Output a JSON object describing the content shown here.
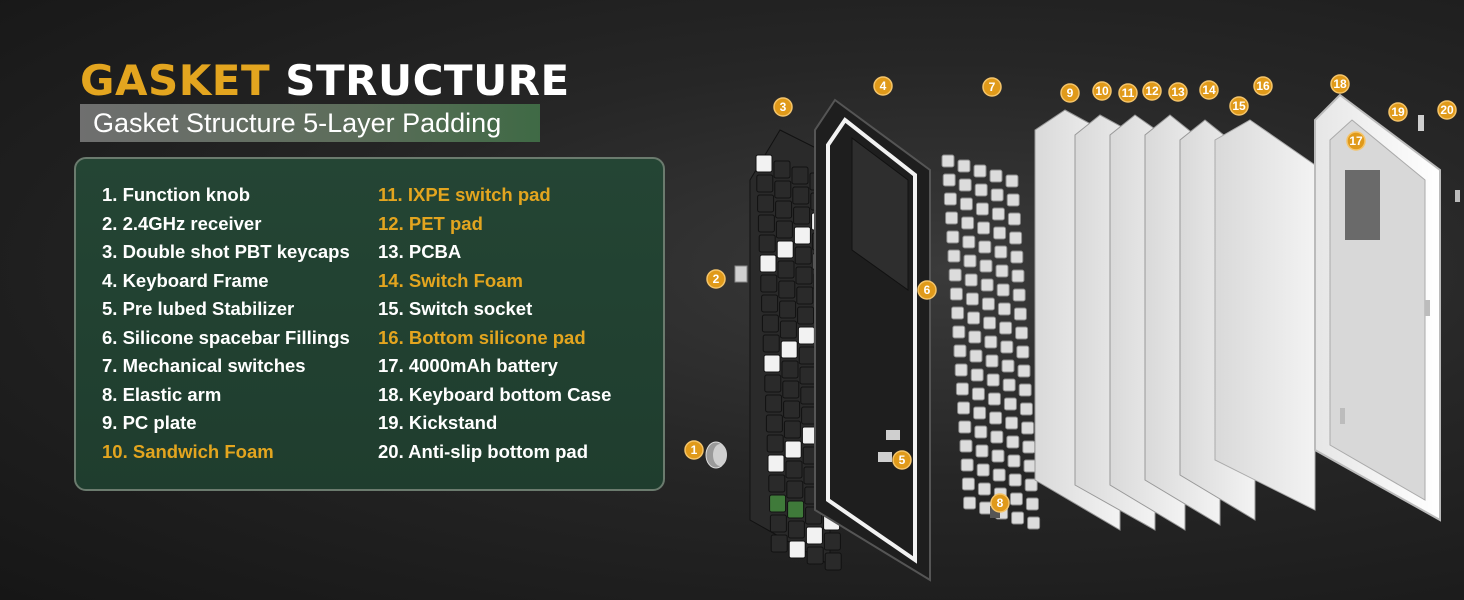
{
  "header": {
    "title_accent": "GASKET",
    "title_rest": "STRUCTURE",
    "subtitle": "Gasket Structure 5-Layer Padding"
  },
  "parts_left": [
    {
      "label": "1. Function knob",
      "highlight": false
    },
    {
      "label": "2. 2.4GHz receiver",
      "highlight": false
    },
    {
      "label": "3. Double shot PBT keycaps",
      "highlight": false
    },
    {
      "label": "4. Keyboard Frame",
      "highlight": false
    },
    {
      "label": "5. Pre lubed Stabilizer",
      "highlight": false
    },
    {
      "label": "6. Silicone spacebar Fillings",
      "highlight": false
    },
    {
      "label": "7. Mechanical switches",
      "highlight": false
    },
    {
      "label": "8. Elastic arm",
      "highlight": false
    },
    {
      "label": "9. PC plate",
      "highlight": false
    },
    {
      "label": "10. Sandwich Foam",
      "highlight": true
    }
  ],
  "parts_right": [
    {
      "label": "11. IXPE switch pad",
      "highlight": true
    },
    {
      "label": "12. PET pad",
      "highlight": true
    },
    {
      "label": "13. PCBA",
      "highlight": false
    },
    {
      "label": "14. Switch Foam",
      "highlight": true
    },
    {
      "label": "15. Switch socket",
      "highlight": false
    },
    {
      "label": "16. Bottom silicone pad",
      "highlight": true
    },
    {
      "label": "17. 4000mAh battery",
      "highlight": false
    },
    {
      "label": "18. Keyboard bottom Case",
      "highlight": false
    },
    {
      "label": "19. Kickstand",
      "highlight": false
    },
    {
      "label": "20. Anti-slip bottom pad",
      "highlight": false
    }
  ],
  "callouts": [
    "1",
    "2",
    "3",
    "4",
    "5",
    "6",
    "7",
    "8",
    "9",
    "10",
    "11",
    "12",
    "13",
    "14",
    "15",
    "16",
    "17",
    "18",
    "19",
    "20"
  ],
  "colors": {
    "accent": "#e3a51f",
    "panel_green": "#214232",
    "keycap_green": "#3f7a3a",
    "keycap_black": "#2a2a2a",
    "keycap_white": "#f2f2f2"
  }
}
